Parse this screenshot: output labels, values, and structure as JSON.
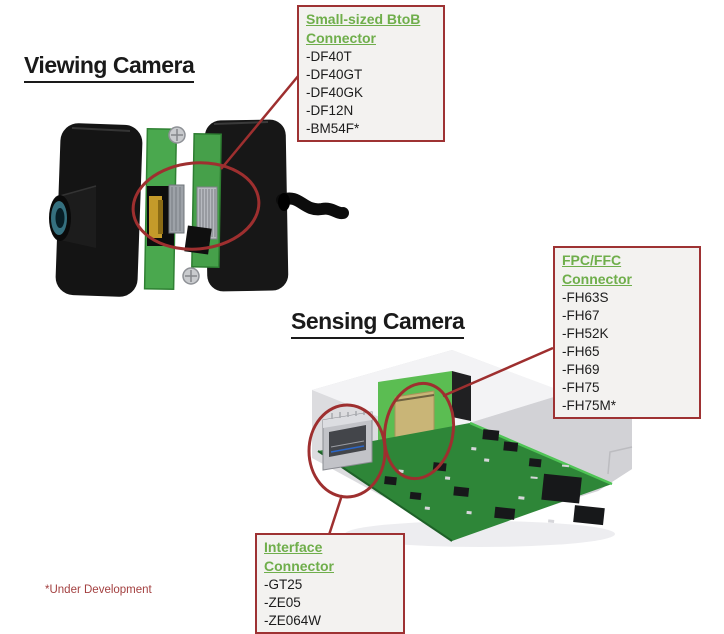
{
  "titles": {
    "viewing": "Viewing Camera",
    "sensing": "Sensing Camera"
  },
  "callouts": {
    "btob": {
      "title": "Small-sized BtoB Connector",
      "items": [
        "-DF40T",
        "-DF40GT",
        "-DF40GK",
        "-DF12N",
        "-BM54F*"
      ]
    },
    "fpc": {
      "title": "FPC/FFC Connector",
      "items": [
        "-FH63S",
        "-FH67",
        "-FH52K",
        "-FH65",
        "-FH69",
        "-FH75",
        "-FH75M*"
      ]
    },
    "interface": {
      "title": "Interface Connector",
      "items": [
        "-GT25",
        "-ZE05",
        "-ZE064W"
      ]
    }
  },
  "footnote": "*Under Development",
  "colors": {
    "callout_border": "#9e3233",
    "callout_background": "#f3f2f0",
    "connector_title_green": "#6fae4b",
    "annotation_red": "#9e2f2f",
    "footnote_red": "#a34040",
    "heading_text": "#1a1a1a",
    "pcb_green": "#2e8638",
    "panel_green": "#5bbd52",
    "ffc_tan": "#c9b577"
  }
}
